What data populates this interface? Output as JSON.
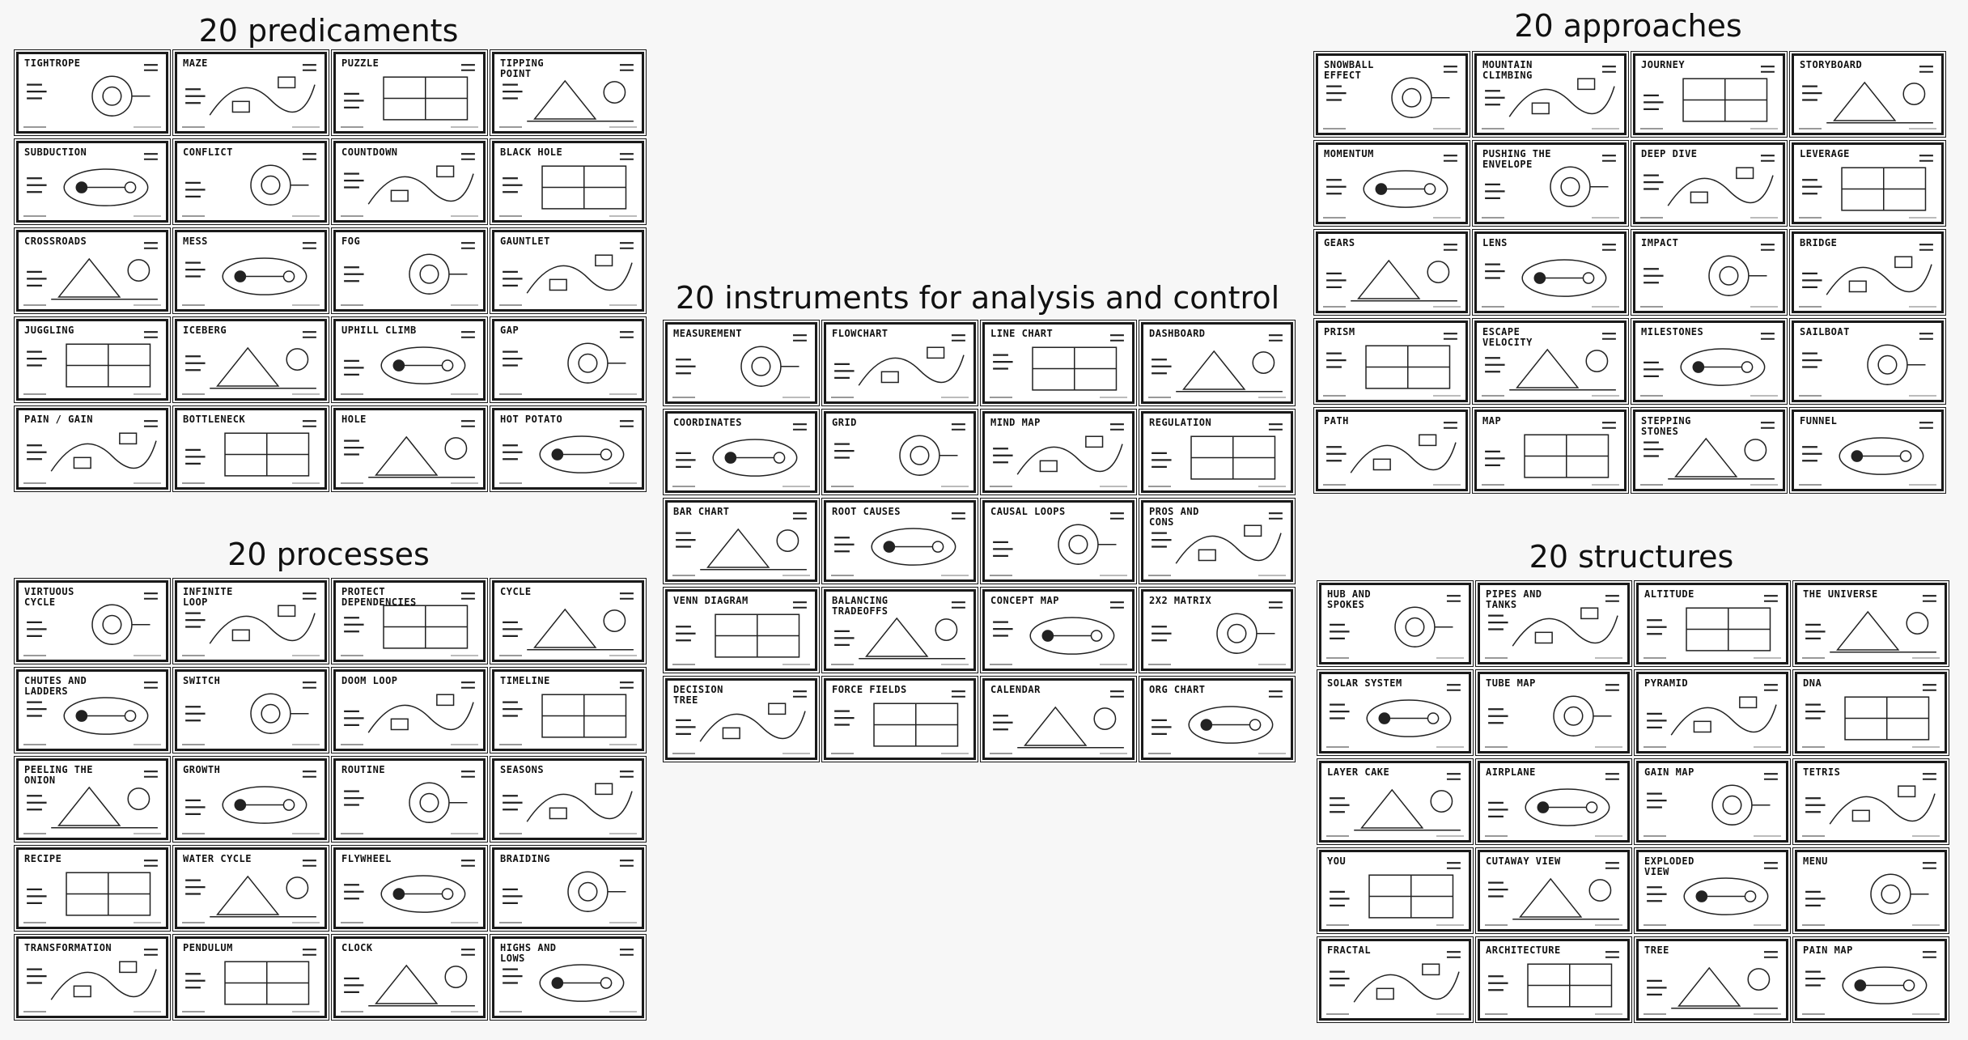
{
  "sections": [
    {
      "title": "20 predicaments",
      "cards": [
        "TIGHTROPE",
        "MAZE",
        "PUZZLE",
        "TIPPING POINT",
        "SUBDUCTION",
        "CONFLICT",
        "COUNTDOWN",
        "BLACK HOLE",
        "CROSSROADS",
        "MESS",
        "FOG",
        "GAUNTLET",
        "JUGGLING",
        "ICEBERG",
        "UPHILL CLIMB",
        "GAP",
        "PAIN / GAIN",
        "BOTTLENECK",
        "HOLE",
        "HOT POTATO"
      ]
    },
    {
      "title": "20 processes",
      "cards": [
        "VIRTUOUS CYCLE",
        "INFINITE LOOP",
        "PROTECT DEPENDENCIES",
        "CYCLE",
        "CHUTES AND LADDERS",
        "SWITCH",
        "DOOM LOOP",
        "TIMELINE",
        "PEELING THE ONION",
        "GROWTH",
        "ROUTINE",
        "SEASONS",
        "RECIPE",
        "WATER CYCLE",
        "FLYWHEEL",
        "BRAIDING",
        "TRANSFORMATION",
        "PENDULUM",
        "CLOCK",
        "HIGHS AND LOWS"
      ]
    },
    {
      "title": "20 instruments for analysis and control",
      "cards": [
        "MEASUREMENT",
        "FLOWCHART",
        "LINE CHART",
        "DASHBOARD",
        "COORDINATES",
        "GRID",
        "MIND MAP",
        "REGULATION",
        "BAR CHART",
        "ROOT CAUSES",
        "CAUSAL LOOPS",
        "PROS AND CONS",
        "VENN DIAGRAM",
        "BALANCING TRADEOFFS",
        "CONCEPT MAP",
        "2x2 MATRIX",
        "DECISION TREE",
        "FORCE FIELDS",
        "CALENDAR",
        "ORG CHART"
      ]
    },
    {
      "title": "20 approaches",
      "cards": [
        "SNOWBALL EFFECT",
        "MOUNTAIN CLIMBING",
        "JOURNEY",
        "STORYBOARD",
        "MOMENTUM",
        "PUSHING THE ENVELOPE",
        "DEEP DIVE",
        "LEVERAGE",
        "GEARS",
        "LENS",
        "IMPACT",
        "BRIDGE",
        "PRISM",
        "ESCAPE VELOCITY",
        "MILESTONES",
        "SAILBOAT",
        "PATH",
        "MAP",
        "STEPPING STONES",
        "FUNNEL"
      ]
    },
    {
      "title": "20 structures",
      "cards": [
        "HUB AND SPOKES",
        "PIPES AND TANKS",
        "ALTITUDE",
        "THE UNIVERSE",
        "SOLAR SYSTEM",
        "TUBE MAP",
        "PYRAMID",
        "DNA",
        "LAYER CAKE",
        "AIRPLANE",
        "GAIN MAP",
        "TETRIS",
        "YOU",
        "CUTAWAY VIEW",
        "EXPLODED VIEW",
        "MENU",
        "FRACTAL",
        "ARCHITECTURE",
        "TREE",
        "PAIN MAP"
      ]
    }
  ]
}
